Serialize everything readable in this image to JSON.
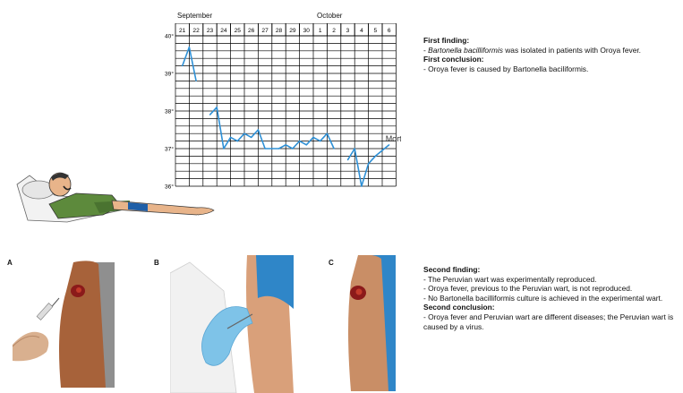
{
  "chart_data": {
    "type": "line",
    "months": [
      "September",
      "October"
    ],
    "x_days": [
      "21",
      "22",
      "23",
      "24",
      "25",
      "26",
      "27",
      "28",
      "29",
      "30",
      "1",
      "2",
      "3",
      "4",
      "5",
      "6"
    ],
    "y_ticks": [
      "40°",
      "39°",
      "38°",
      "37°",
      "36°"
    ],
    "ylim": [
      36,
      40
    ],
    "series": [
      {
        "segments": [
          [
            [
              0,
              39.2
            ],
            [
              0.5,
              39.7
            ],
            [
              1,
              38.8
            ]
          ],
          [
            [
              2,
              37.9
            ],
            [
              2.5,
              38.1
            ],
            [
              3,
              37.0
            ],
            [
              3.5,
              37.3
            ],
            [
              4,
              37.2
            ],
            [
              4.5,
              37.4
            ],
            [
              5,
              37.3
            ],
            [
              5.5,
              37.5
            ],
            [
              6,
              37.0
            ],
            [
              6.5,
              37.0
            ],
            [
              7,
              37.0
            ],
            [
              7.5,
              37.1
            ],
            [
              8,
              37.0
            ],
            [
              8.5,
              37.2
            ],
            [
              9,
              37.1
            ],
            [
              9.5,
              37.3
            ],
            [
              10,
              37.2
            ],
            [
              10.5,
              37.4
            ],
            [
              11,
              37.0
            ]
          ],
          [
            [
              12,
              36.7
            ],
            [
              12.5,
              37.0
            ],
            [
              13,
              36.0
            ],
            [
              13.5,
              36.6
            ],
            [
              14,
              36.8
            ],
            [
              15,
              37.1
            ]
          ]
        ]
      }
    ],
    "annotation": "Mort",
    "colors": {
      "line": "#2e90d6",
      "grid": "#000000"
    }
  },
  "first": {
    "finding_title": "First finding:",
    "finding_prefix": "- ",
    "finding_italic": "Bartonella bacilliformis",
    "finding_rest": " was isolated in patients with Oroya fever.",
    "conclusion_title": "First conclusion:",
    "conclusion_text": "- Oroya fever is caused by Bartonella baciliformis."
  },
  "panels": [
    "A",
    "B",
    "C"
  ],
  "second": {
    "finding_title": "Second finding:",
    "items": [
      "- The Peruvian wart was experimentally reproduced.",
      "- Oroya fever, previous to the Peruvian wart, is not reproduced.",
      "- No Bartonella bacilliformis culture is achieved in the experimental wart."
    ],
    "conclusion_title": "Second conclusion:",
    "conclusion_text": "- Oroya fever and Peruvian wart are different diseases; the Peruvian wart is caused by a virus."
  },
  "colors": {
    "sleeve": "#1f5fa8",
    "skin": "#b06a43",
    "wart": "#8b1a1a",
    "glove": "#7ec3e8"
  }
}
